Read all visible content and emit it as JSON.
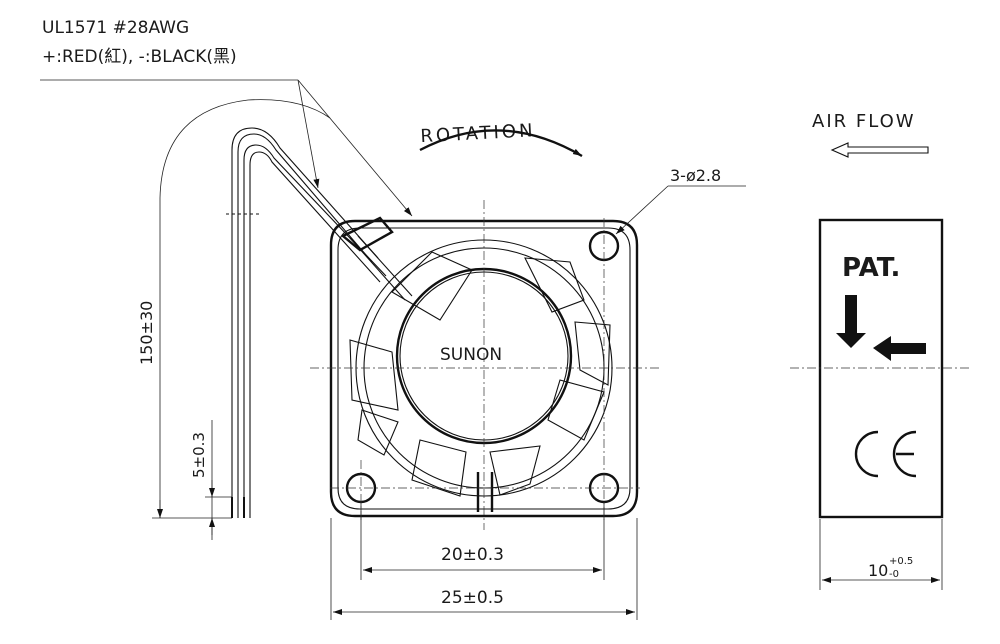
{
  "wire": {
    "spec": "UL1571  #28AWG",
    "colors": "+:RED(紅),  -:BLACK(黑)"
  },
  "rotation_label": "ROTATION",
  "airflow_label": "AIR FLOW",
  "hole_label": "3-ø2.8",
  "brand": "SUNON",
  "dims": {
    "wire_length": "150±30",
    "strip_length": "5±0.3",
    "hole_pitch": "20±0.3",
    "frame_width": "25±0.5",
    "thickness": "10",
    "thickness_tol_upper": "+0.5",
    "thickness_tol_lower": "-0"
  },
  "side_label": {
    "pat": "PAT.",
    "ce": "CE"
  }
}
